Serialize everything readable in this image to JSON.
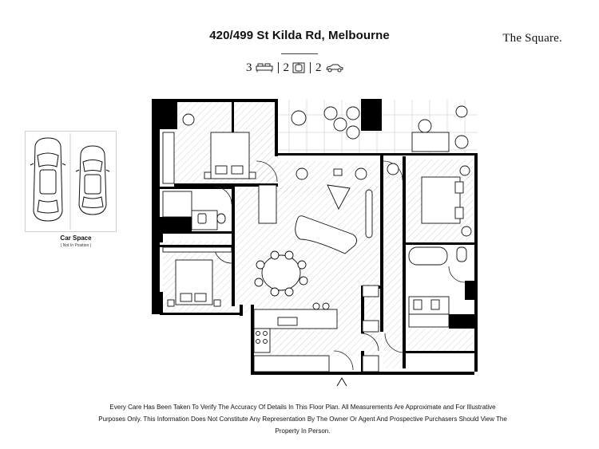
{
  "header": {
    "address": "420/499 St Kilda Rd, Melbourne",
    "brand": "The Square."
  },
  "specs": {
    "bedrooms": "3",
    "bathrooms": "2",
    "car_spaces": "2",
    "icons": [
      "bed-icon",
      "bath-icon",
      "car-icon"
    ]
  },
  "car_space": {
    "label": "Car Space",
    "note": "( Not In Position )"
  },
  "disclaimer": "Every Care Has Been Taken To Verify The Accuracy Of Details In This Floor Plan. All Measurements Are Approximate and For Illustrative Purposes Only. This Information Does Not Constitute Any Representation By The Owner Or Agent And Prospective Purchasers Should View The Property In Person.",
  "colors": {
    "walls": "#000000",
    "hatch": "#9a9a9a",
    "background": "#ffffff"
  }
}
